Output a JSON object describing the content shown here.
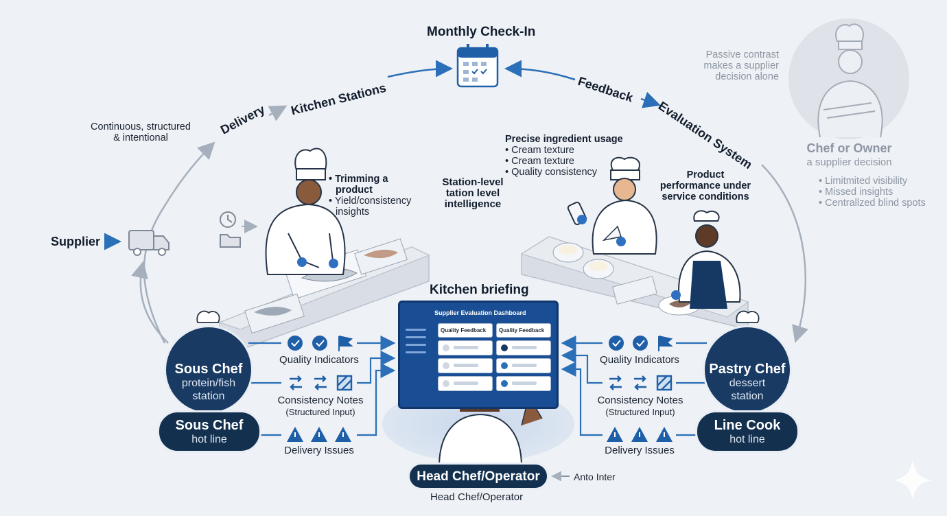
{
  "cycle": {
    "top_title": "Monthly Check-In",
    "delivery": "Delivery",
    "kitchen_stations": "Kitchen Stations",
    "feedback": "Feedback",
    "evaluation_system": "Evaluation System",
    "left_note_line1": "Continuous, structured",
    "left_note_line2": "& intentional"
  },
  "supplier_label": "Supplier",
  "passive": {
    "note_line1": "Passive contrast",
    "note_line2": "makes a supplier",
    "note_line3": "decision alone",
    "title": "Chef or Owner",
    "subtitle": "a supplier decision",
    "items": [
      "Limitmited visibility",
      "Missed insights",
      "Centrallzed blind spots"
    ]
  },
  "left_chef_notes": {
    "item1_line1": "Trimming a",
    "item1_line2": "product",
    "item2_line1": "Yield/consistency",
    "item2_line2": "insights"
  },
  "station_level": {
    "line1": "Station-level",
    "line2": "tation level",
    "line3": "intelligence"
  },
  "precise": {
    "title": "Precise ingredient usage",
    "items": [
      "Cream texture",
      "Cream texture",
      "Quality consistency"
    ]
  },
  "product_perf": {
    "line1": "Product",
    "line2": "performance under",
    "line3": "service conditions"
  },
  "kitchen_briefing": "Kitchen briefing",
  "dashboard": {
    "title": "Supplier Evaluation Dashboard",
    "col1_header": "Quality Feedback",
    "col2_header": "Quality Feedback"
  },
  "left_flows": {
    "quality": "Quality Indicators",
    "consistency": "Consistency Notes",
    "structured": "(Structured Input)",
    "delivery": "Delivery Issues"
  },
  "right_flows": {
    "quality": "Quality Indicators",
    "consistency": "Consistency Notes",
    "structured": "(Structured Input)",
    "delivery": "Delivery Issues"
  },
  "roles": {
    "sous_chef_name": "Sous Chef",
    "sous_chef_station_line1": "protein/fish",
    "sous_chef_station_line2": "station",
    "sous_chef_hot_name": "Sous Chef",
    "sous_chef_hot_station": "hot line",
    "pastry_name": "Pastry Chef",
    "pastry_station_line1": "dessert",
    "pastry_station_line2": "station",
    "line_cook_name": "Line Cook",
    "line_cook_station": "hot line"
  },
  "head_chef": {
    "pill": "Head Chef/Operator",
    "caption": "Head Chef/Operator",
    "side_note": "Anto Inter"
  },
  "colors": {
    "navy": "#183a63",
    "accent_blue": "#1f5fa8",
    "arrow_blue": "#2a6fb8",
    "background": "#eef1f5"
  }
}
